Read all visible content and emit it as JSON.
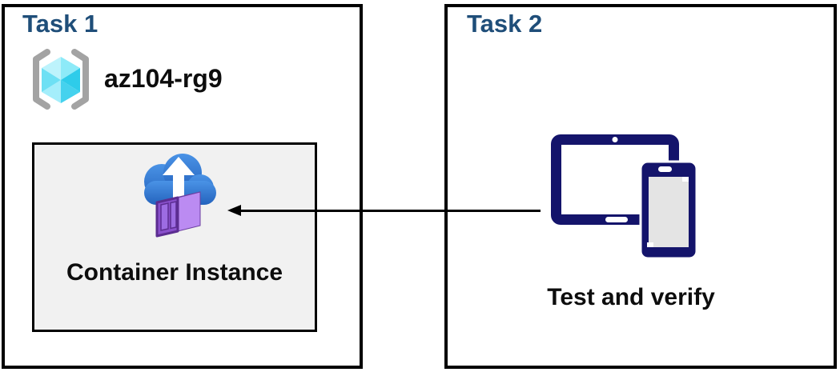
{
  "task1": {
    "title": "Task 1",
    "resource_group": {
      "name": "az104-rg9",
      "icon": "resource-group-icon"
    },
    "container": {
      "label": "Container Instance",
      "icon": "container-instance-icon"
    }
  },
  "task2": {
    "title": "Task 2",
    "label": "Test and verify",
    "icon": "devices-icon"
  },
  "arrow": {
    "direction": "right-to-left",
    "from": "devices-icon",
    "to": "container-instance-box"
  },
  "colors": {
    "title_blue": "#1f4e79",
    "box_border": "#000000",
    "container_box_bg": "#f1f1f1",
    "text_black": "#0d0d0d",
    "arrow_black": "#000000",
    "device_navy": "#14146b",
    "device_phone_screen": "#e4e4e4",
    "cloud_blue_top": "#4a93e6",
    "cloud_blue_bottom": "#2463bd",
    "container_purple_front": "#8a50cc",
    "container_purple_side": "#bb8bf2",
    "container_purple_top": "#a56ee2",
    "container_purple_dark": "#5c2d91",
    "bracket_gray": "#a3a3a3",
    "cube_cyan_1": "#bdf3fc",
    "cube_cyan_2": "#8deaf8",
    "cube_cyan_3": "#2eccea",
    "cube_cyan_4": "#45d2ee",
    "cube_cyan_5": "#a4eefb",
    "cube_cyan_6": "#6ee0f4"
  }
}
